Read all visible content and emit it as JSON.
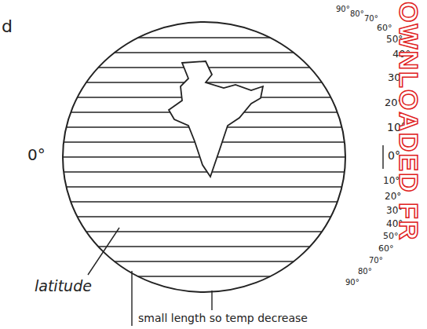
{
  "diagram": {
    "labels": [
      "d",
      "0°",
      "90°",
      "80°",
      "70°",
      "60°",
      "50°",
      "40°",
      "30°",
      "20°",
      "10°",
      "0°",
      "10°",
      "20°",
      "30°",
      "40°",
      "50°",
      "60°",
      "70°",
      "80°",
      "90°",
      "latitude",
      "small length so temp decrease",
      "OWNLOADED FR"
    ]
  }
}
